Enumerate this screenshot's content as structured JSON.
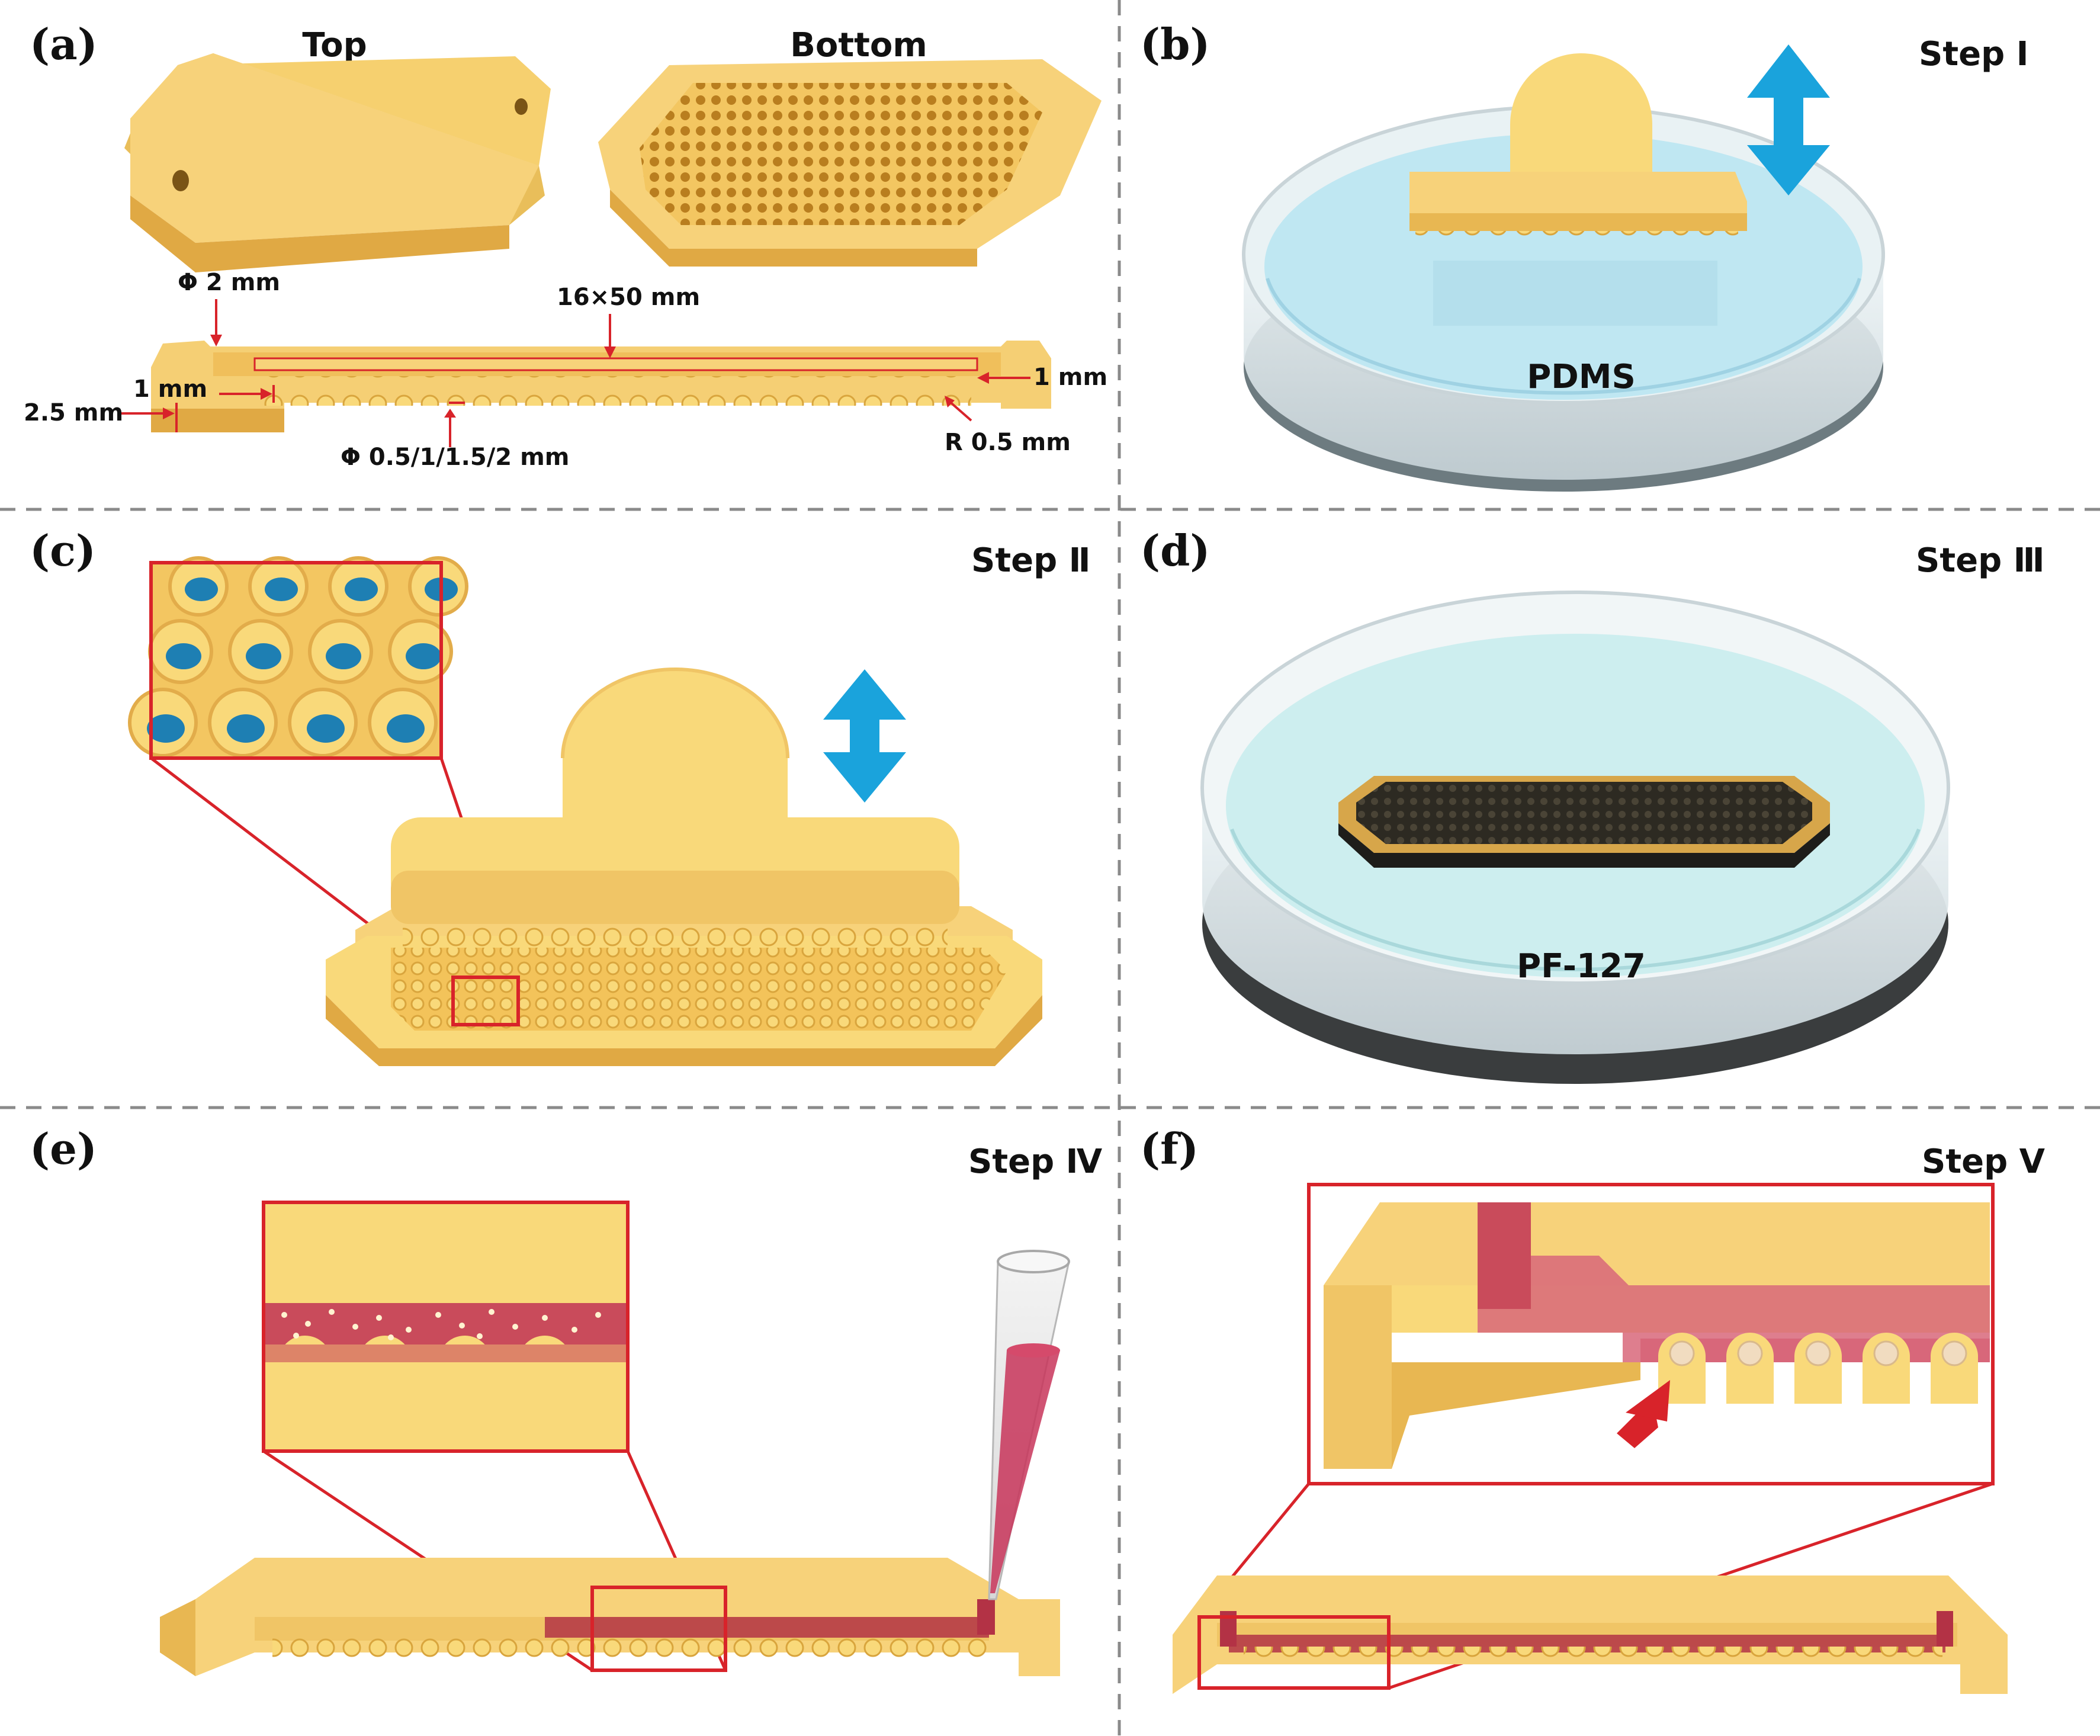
{
  "panels": {
    "a": {
      "label": "(a)",
      "top": "Top",
      "bottom": "Bottom",
      "dims": {
        "phi_hole": "Φ 2 mm",
        "size": "16×50 mm",
        "depth_left": "1 mm",
        "depth_right": "1 mm",
        "thickness": "2.5 mm",
        "pillar_diam": "Φ 0.5/1/1.5/2 mm",
        "radius": "R 0.5 mm"
      }
    },
    "b": {
      "label": "(b)",
      "step": "Step  Ⅰ",
      "material": "PDMS"
    },
    "c": {
      "label": "(c)",
      "step": "Step  Ⅱ"
    },
    "d": {
      "label": "(d)",
      "step": "Step  Ⅲ",
      "material": "PF-127"
    },
    "e": {
      "label": "(e)",
      "step": "Step  Ⅳ"
    },
    "f": {
      "label": "(f)",
      "step": "Step  Ⅴ"
    }
  },
  "colors": {
    "mold_yellow": "#f9d97a",
    "mold_dark": "#e2b54c",
    "pdms_blue": "#bfe7f2",
    "arrow_blue": "#1aa3dc",
    "pf127_blue": "#cdeeef",
    "cell_red": "#c23a4f",
    "zoom_red": "#d8232a",
    "divider_gray": "#8a8a8a"
  }
}
